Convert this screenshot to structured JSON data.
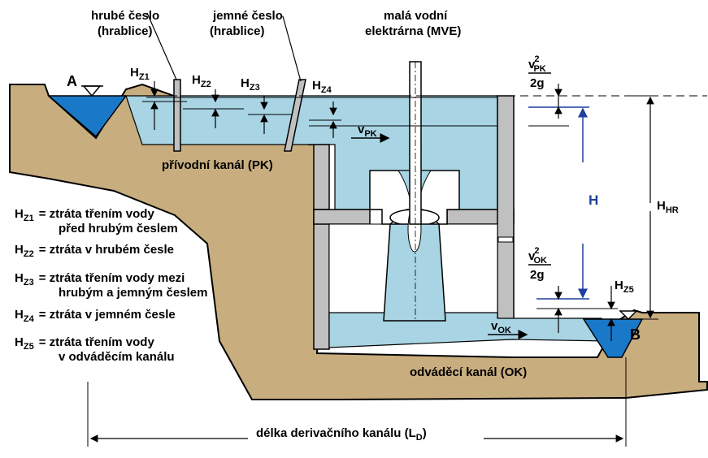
{
  "labels": {
    "coarse_screen": [
      "hrubé česlo",
      "(hrablice)"
    ],
    "fine_screen": [
      "jemné česlo",
      "(hrablice)"
    ],
    "power_plant": [
      "malá vodní",
      "elektrárna (MVE)"
    ],
    "point_a": "A",
    "point_b": "B",
    "hz": "H",
    "hz1_sub": "Z1",
    "hz2_sub": "Z2",
    "hz3_sub": "Z3",
    "hz4_sub": "Z4",
    "hz5_sub": "Z5",
    "vpk": "v",
    "vpk_sub": "PK",
    "vok": "v",
    "vok_sub": "OK",
    "frac_vpk_num": "v",
    "frac_vpk_sup": "2",
    "frac_vpk_sub": "PK",
    "frac_vok_num": "v",
    "frac_vok_sup": "2",
    "frac_vok_sub": "OK",
    "frac_den": "2g",
    "h": "H",
    "hhr": "H",
    "hhr_sub": "HR",
    "inlet_canal": "přívodní kanál (PK)",
    "outlet_canal": "odváděcí kanál (OK)",
    "length": "délka derivačního kanálu (L",
    "length_sub": "D",
    "length_end": ")"
  },
  "legend": [
    {
      "sym": "H",
      "sub": "Z1",
      "lines": [
        "= ztráta třením vody",
        "před hrubým česlem"
      ]
    },
    {
      "sym": "H",
      "sub": "Z2",
      "lines": [
        "= ztráta v hrubém česle"
      ]
    },
    {
      "sym": "H",
      "sub": "Z3",
      "lines": [
        "= ztráta třením vody mezi",
        "hrubým a jemným česlem"
      ]
    },
    {
      "sym": "H",
      "sub": "Z4",
      "lines": [
        "= ztráta v jemném česle"
      ]
    },
    {
      "sym": "H",
      "sub": "Z5",
      "lines": [
        "= ztráta třením vody",
        "v odváděcím kanálu"
      ]
    }
  ],
  "colors": {
    "soil": "#c8ad7f",
    "water_light": "#a8d4e4",
    "water_dark": "#1a78c8",
    "concrete": "#c0c0c0",
    "structure_fill": "#ffffff"
  }
}
